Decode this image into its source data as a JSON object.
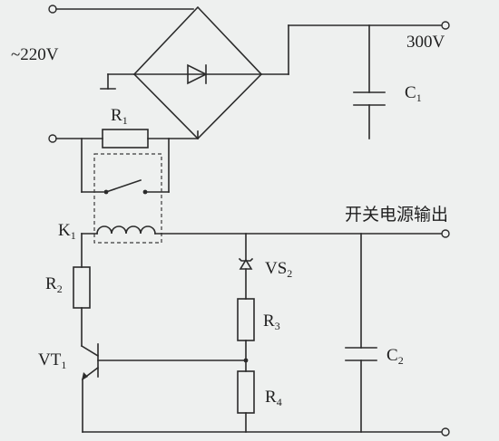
{
  "labels": {
    "ac_input": "~220V",
    "dc_output": "300V",
    "switch_output": "开关电源输出"
  },
  "components": {
    "r1": {
      "name": "R",
      "sub": "1"
    },
    "c1": {
      "name": "C",
      "sub": "1"
    },
    "k1": {
      "name": "K",
      "sub": "1"
    },
    "vs2": {
      "name": "VS",
      "sub": "2"
    },
    "r2": {
      "name": "R",
      "sub": "2"
    },
    "r3": {
      "name": "R",
      "sub": "3"
    },
    "vt1": {
      "name": "VT",
      "sub": "1"
    },
    "c2": {
      "name": "C",
      "sub": "2"
    },
    "r4": {
      "name": "R",
      "sub": "4"
    }
  }
}
